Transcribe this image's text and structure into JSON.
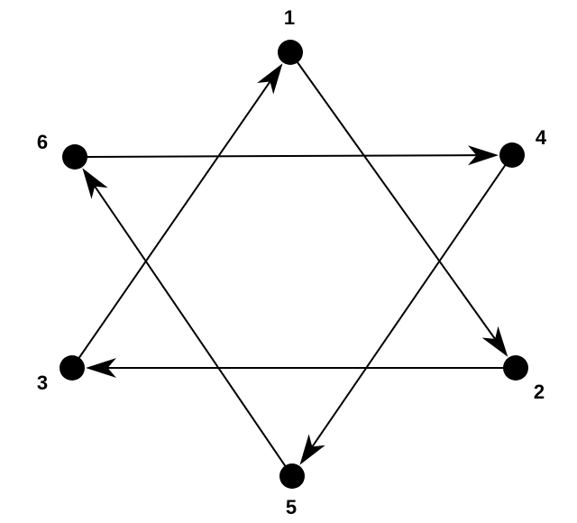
{
  "nodes": [
    {
      "id": "1",
      "label": "1"
    },
    {
      "id": "2",
      "label": "2"
    },
    {
      "id": "3",
      "label": "3"
    },
    {
      "id": "4",
      "label": "4"
    },
    {
      "id": "5",
      "label": "5"
    },
    {
      "id": "6",
      "label": "6"
    }
  ],
  "edges": [
    {
      "from": "1",
      "to": "2"
    },
    {
      "from": "2",
      "to": "3"
    },
    {
      "from": "3",
      "to": "1"
    },
    {
      "from": "6",
      "to": "4"
    },
    {
      "from": "4",
      "to": "5"
    },
    {
      "from": "5",
      "to": "6"
    }
  ],
  "colors": {
    "node": "#000000",
    "edge": "#000000",
    "background": "#ffffff"
  }
}
